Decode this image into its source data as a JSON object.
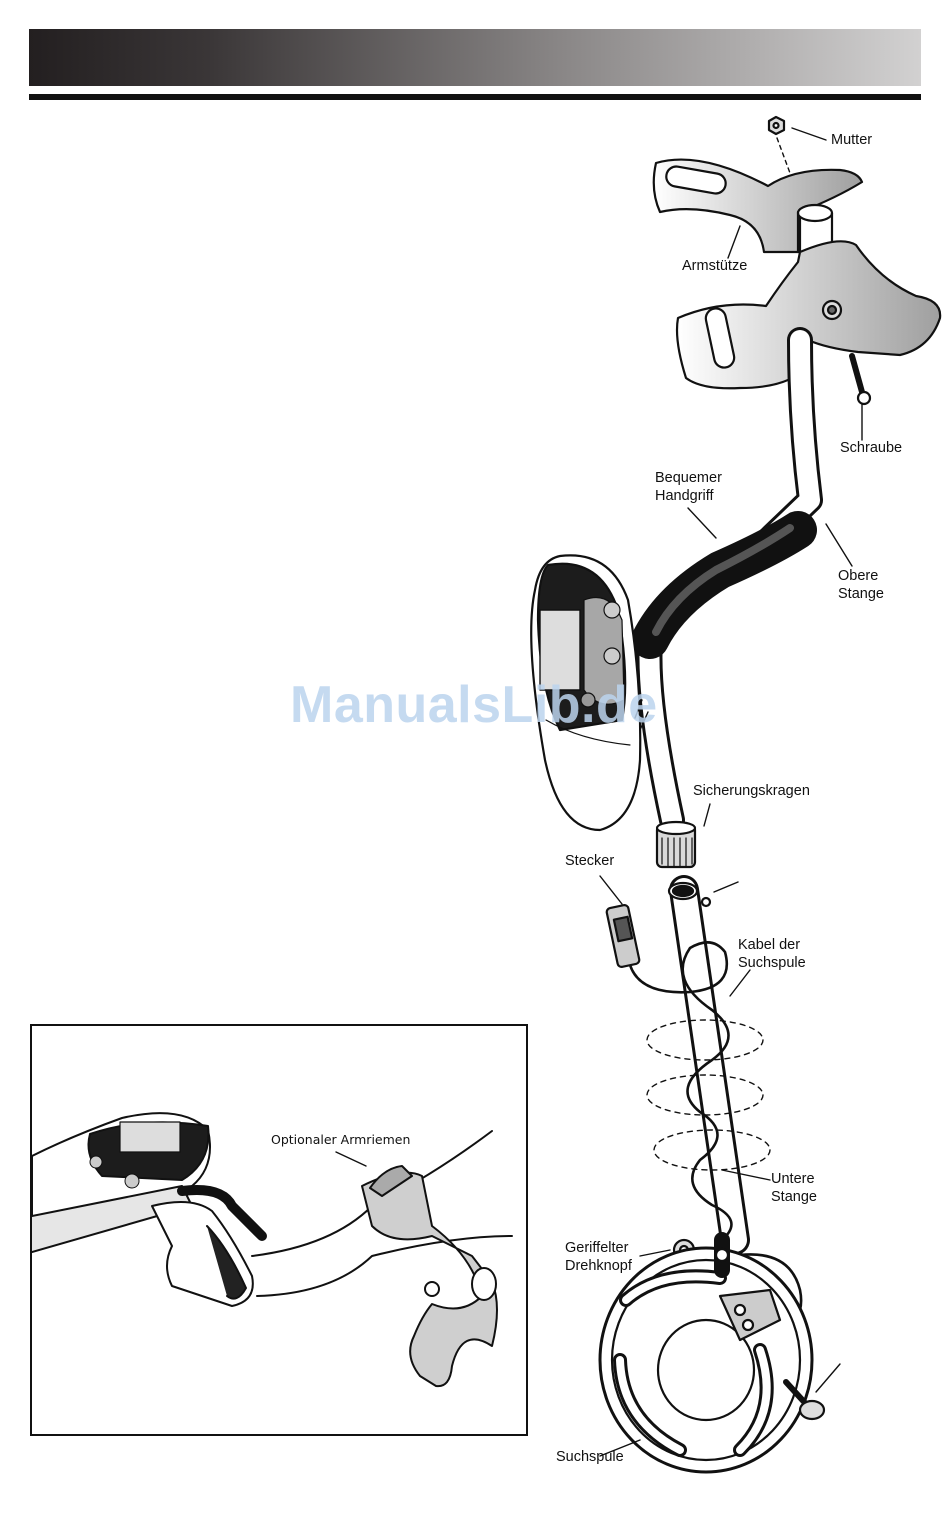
{
  "labels": {
    "mutter": "Mutter",
    "armstuetze": "Armstütze",
    "schraube": "Schraube",
    "handgriff": "Bequemer\nHandgriff",
    "obere_stange": "Obere\nStange",
    "sicherungskragen": "Sicherungskragen",
    "stecker": "Stecker",
    "kabel": "Kabel der\nSuchspule",
    "untere_stange": "Untere\nStange",
    "drehknopf": "Geriffelter\nDrehknopf",
    "suchspule": "Suchspule"
  },
  "inset": {
    "armriemen": "Optionaler Armriemen"
  },
  "watermark": "ManualsLib.de",
  "colors": {
    "line": "#111111",
    "grey_fill": "#b8b8b8",
    "light_fill": "#e6e6e6",
    "dark_fill": "#222222",
    "watermark": "#bcd4ee"
  }
}
